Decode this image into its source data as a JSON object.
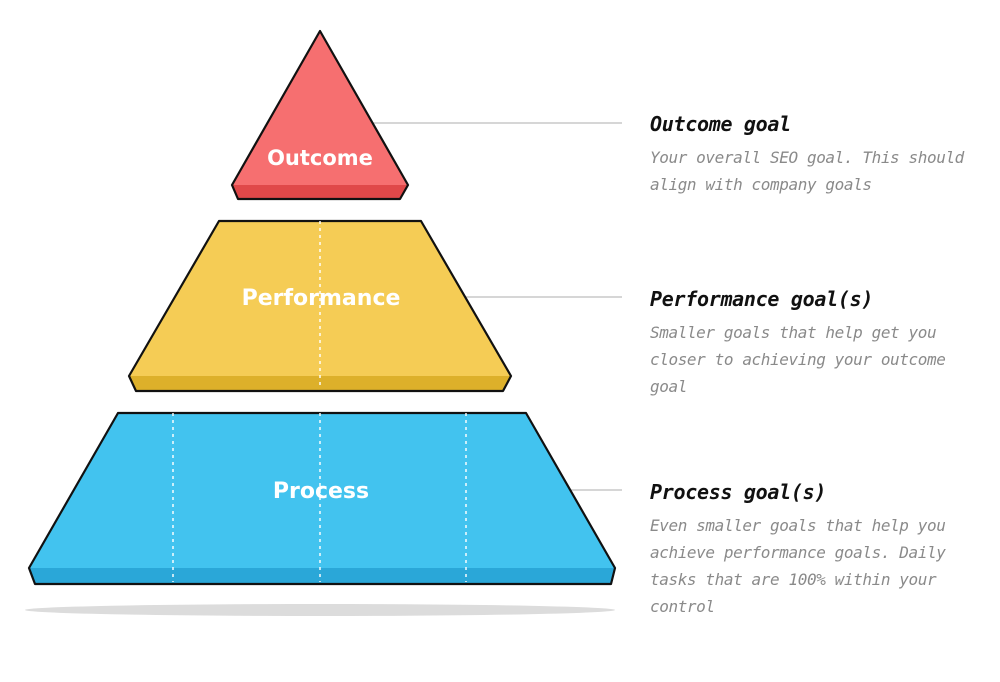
{
  "tiers": {
    "outcome": {
      "label": "Outcome",
      "color": "#f66f70",
      "shadow": "#e04849"
    },
    "performance": {
      "label": "Performance",
      "color": "#f5cc55",
      "shadow": "#ddb02a"
    },
    "process": {
      "label": "Process",
      "color": "#42c3ef",
      "shadow": "#2aa7d8"
    }
  },
  "descriptions": {
    "outcome": {
      "title": "Outcome goal",
      "lines": [
        "Your overall SEO goal. This should",
        "align with company goals"
      ]
    },
    "performance": {
      "title": "Performance goal(s)",
      "lines": [
        "Smaller goals that help get you",
        "closer to achieving your outcome",
        "goal"
      ]
    },
    "process": {
      "title": "Process goal(s)",
      "lines": [
        "Even smaller goals that help you",
        "achieve performance goals. Daily",
        "tasks that are 100% within your",
        "control"
      ]
    }
  },
  "colors": {
    "outline": "#111111",
    "connector": "#bdbdbd",
    "floor_shadow": "#dcdcdc",
    "dotted": "#ffffff"
  }
}
